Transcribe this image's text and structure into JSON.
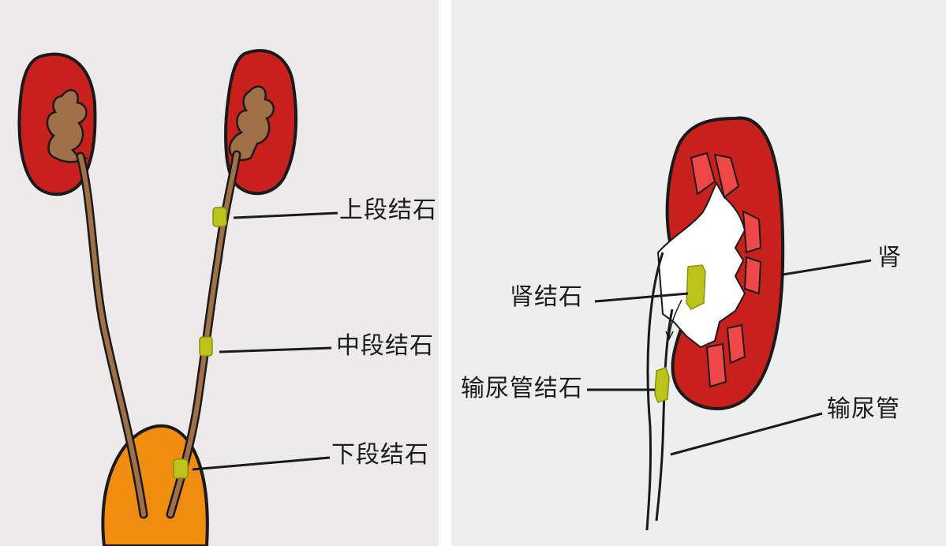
{
  "left_panel": {
    "labels": {
      "upper_stone": "上段结石",
      "middle_stone": "中段结石",
      "lower_stone": "下段结石"
    }
  },
  "right_panel": {
    "labels": {
      "kidney": "肾",
      "kidney_stone": "肾结石",
      "ureter_stone": "输尿管结石",
      "ureter": "输尿管"
    }
  },
  "colors": {
    "kidney": "#c8201c",
    "renal_pelvis": "#a07048",
    "ureter": "#a07048",
    "bladder": "#f08c10",
    "stone": "#bcc41c",
    "calyx": "#f04848",
    "outline": "#1a1a1a"
  }
}
